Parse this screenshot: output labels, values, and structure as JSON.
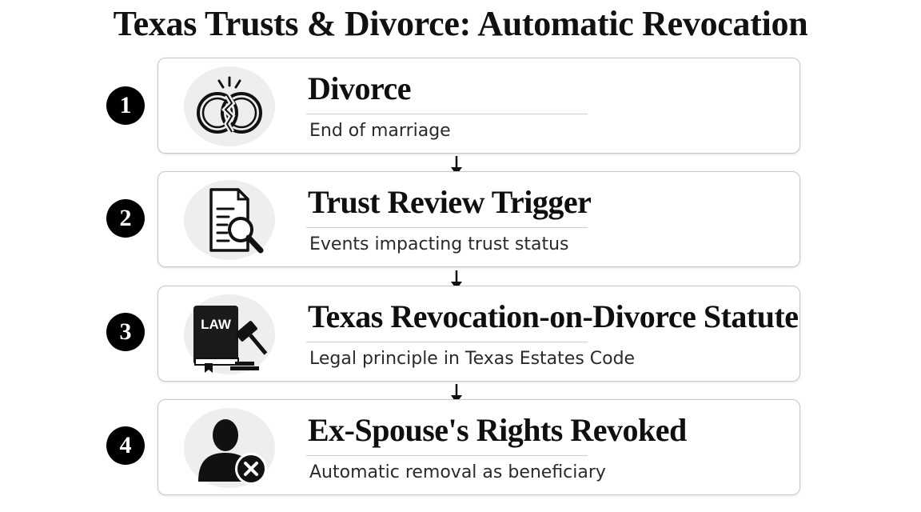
{
  "title": "Texas Trusts & Divorce: Automatic Revocation",
  "steps": [
    {
      "number": "1",
      "title": "Divorce",
      "subtitle": "End of marriage",
      "icon": "broken-rings-icon"
    },
    {
      "number": "2",
      "title": "Trust Review Trigger",
      "subtitle": "Events impacting trust status",
      "icon": "document-magnifier-icon"
    },
    {
      "number": "3",
      "title": "Texas Revocation-on-Divorce Statute",
      "subtitle": "Legal principle in Texas Estates Code",
      "icon": "law-book-gavel-icon",
      "icon_text": "LAW"
    },
    {
      "number": "4",
      "title": "Ex-Spouse's Rights Revoked",
      "subtitle": "Automatic removal as beneficiary",
      "icon": "person-removed-icon"
    }
  ],
  "colors": {
    "badge": "#000000",
    "icon_bg": "#eeeeee",
    "card_border": "#c8c8c8",
    "text": "#111111"
  }
}
